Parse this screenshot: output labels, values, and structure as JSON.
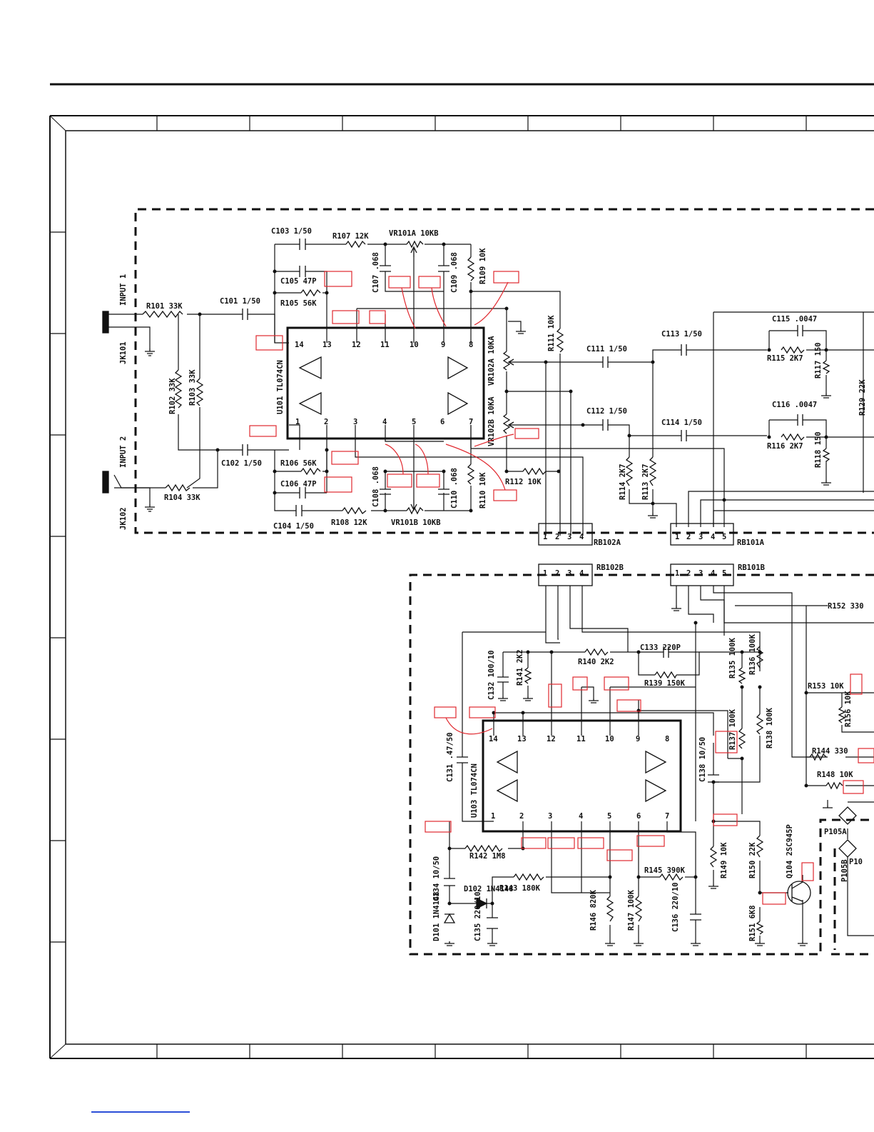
{
  "sections": {
    "top": {
      "inputs": [
        {
          "label": "INPUT 1",
          "jack": "JK101"
        },
        {
          "label": "INPUT 2",
          "jack": "JK102"
        }
      ],
      "ic": {
        "name": "U101 TL074CN",
        "pins_top": [
          "14",
          "13",
          "12",
          "11",
          "10",
          "9",
          "8"
        ],
        "pins_bottom": [
          "1",
          "2",
          "3",
          "4",
          "5",
          "6",
          "7"
        ]
      },
      "connectors": {
        "rb102a": {
          "name": "RB102A",
          "pins": [
            "1",
            "2",
            "3",
            "4"
          ]
        },
        "rb101a": {
          "name": "RB101A",
          "pins": [
            "1",
            "2",
            "3",
            "4",
            "5"
          ]
        }
      },
      "components": {
        "r101": "R101 33K",
        "r102": "R102 33K",
        "r103": "R103 33K",
        "r104": "R104 33K",
        "c101": "C101 1/50",
        "c102": "C102 1/50",
        "c103": "C103 1/50",
        "c104": "C104 1/50",
        "r107": "R107 12K",
        "r108": "R108 12K",
        "r105": "R105 56K",
        "r106": "R106 56K",
        "c105": "C105 47P",
        "c106": "C106 47P",
        "vr101a": "VR101A 10KB",
        "vr101b": "VR101B 10KB",
        "c107": "C107 .068",
        "c108": "C108 .068",
        "c109": "C109 .068",
        "c110": "C110 .068",
        "r109": "R109 10K",
        "r110": "R110 10K",
        "r111": "R111 10K",
        "r112": "R112 10K",
        "vr102a": "VR102A 10KA",
        "vr102b": "VR102B 10KA",
        "c111": "C111 1/50",
        "c112": "C112 1/50",
        "c113": "C113 1/50",
        "c114": "C114 1/50",
        "r113": "R113 2K7",
        "r114": "R114 2K7",
        "c115": "C115 .0047",
        "c116": "C116 .0047",
        "r115": "R115 2K7",
        "r116": "R116 2K7",
        "r117": "R117 150",
        "r118": "R118 150",
        "r129": "R129 22K"
      }
    },
    "bottom": {
      "ic": {
        "name": "U103 TL074CN",
        "pins_top": [
          "14",
          "13",
          "12",
          "11",
          "10",
          "9",
          "8"
        ],
        "pins_bottom": [
          "1",
          "2",
          "3",
          "4",
          "5",
          "6",
          "7"
        ]
      },
      "connectors": {
        "rb102b": {
          "name": "RB102B",
          "pins": [
            "1",
            "2",
            "3",
            "4"
          ]
        },
        "rb101b": {
          "name": "RB101B",
          "pins": [
            "1",
            "2",
            "3",
            "4",
            "5"
          ]
        }
      },
      "components": {
        "c131": "C131 .47/50",
        "c132": "C132 100/10",
        "c133": "C133 220P",
        "c134": "C134 10/50",
        "c135": "C135 220/10",
        "c136": "C136 220/10",
        "c138": "C138 10/50",
        "r135": "R135 100K",
        "r136": "R136 100K",
        "r137": "R137 100K",
        "r138": "R138 100K",
        "r139": "R139 150K",
        "r140": "R140 2K2",
        "r141": "R141 2K2",
        "r142": "R142 1M8",
        "r143": "R143 180K",
        "r144": "R144 330",
        "r145": "R145 390K",
        "r146": "R146 820K",
        "r147": "R147 100K",
        "r148": "R148 10K",
        "r149": "R149 10K",
        "r150": "R150 22K",
        "r151": "R151 6K8",
        "r152": "R152 330",
        "r153": "R153 10K",
        "r156": "R156 10K",
        "d101": "D101 1N4148",
        "d102": "D102 1N4148",
        "q104": "Q104 2SC945P",
        "p105a": "P105A",
        "p105b": "P105B",
        "p10x": "P10"
      }
    }
  }
}
